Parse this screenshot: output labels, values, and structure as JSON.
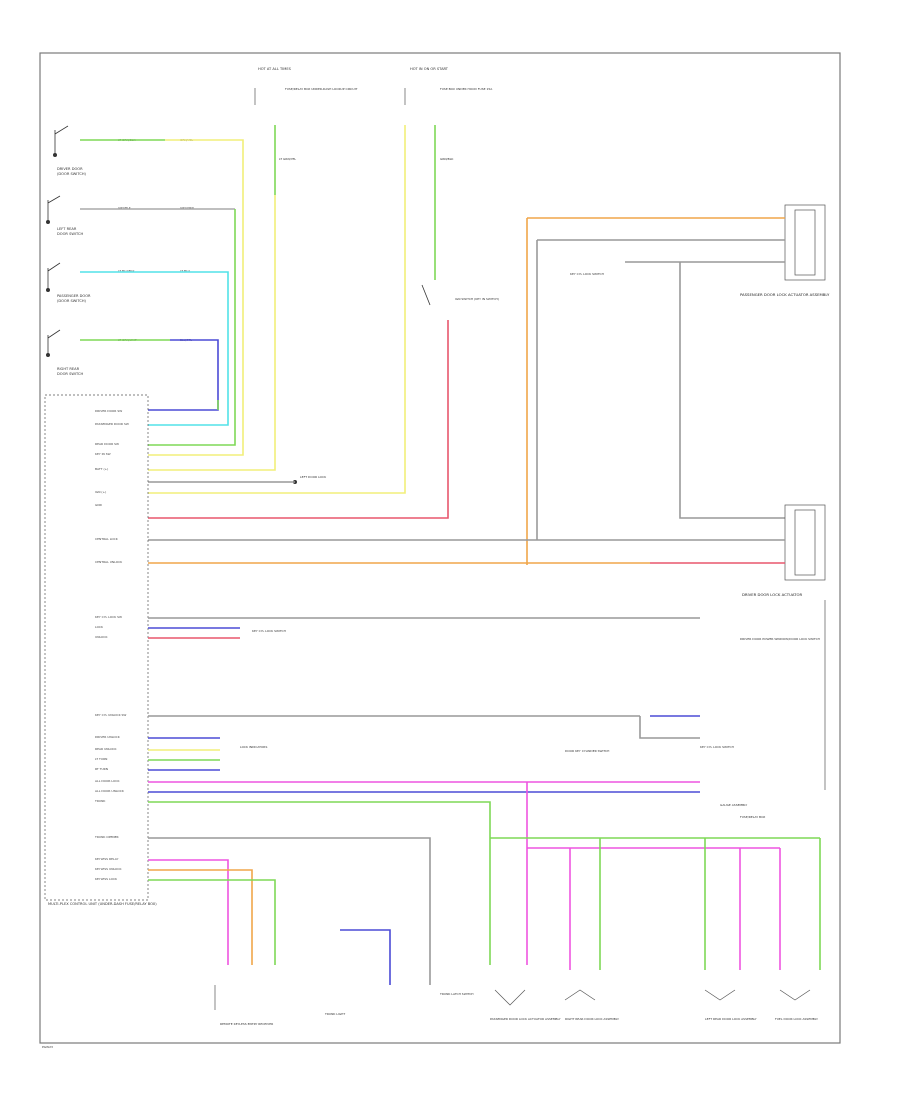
{
  "diagram": {
    "page_ref": "PGW23",
    "colors": {
      "green": "#7ed957",
      "yellow": "#f2ef7a",
      "cyan": "#52e2e8",
      "blue": "#4b4bd6",
      "red": "#e8576d",
      "orange": "#f0a64a",
      "magenta": "#ee55e0",
      "gray": "#888888",
      "frame": "#7a7a7a"
    },
    "switches": [
      {
        "id": "a",
        "name": "DRIVER DOOR",
        "sub": "(DOOR SWITCH)",
        "wire": "LT GRN/BLK",
        "wire2": "GRN/YEL"
      },
      {
        "id": "b",
        "name": "LEFT REAR",
        "sub": "DOOR SWITCH",
        "wire": "GRY/BLK",
        "wire2": "GRY/ORN"
      },
      {
        "id": "c",
        "name": "PASSENGER DOOR",
        "sub": "(DOOR SWITCH)",
        "wire": "LT BLU/BLK",
        "wire2": "LT BLU"
      },
      {
        "id": "d",
        "name": "RIGHT REAR",
        "sub": "DOOR SWITCH",
        "wire": "LT GRN/WHT",
        "wire2": "BLU/PPL"
      }
    ],
    "top_refs": [
      {
        "title": "HOT AT ALL TIMES",
        "text": "FUSE/RELAY BOX UNDER-DASH LOOKUP CIRCUIT",
        "wire": "LT GRN/YEL"
      },
      {
        "title": "HOT IN ON OR START",
        "text": "FUSE BOX UNDER HOOD FUSE 15A",
        "wire": "GRN/BLK"
      }
    ],
    "labels": {
      "ign_switch": "IGN SWITCH (KEY IN SWITCH)",
      "left_door": "LEFT DOOR LOCK",
      "pass_key": "KEY CYL LOCK SWITCH",
      "pass_lock_motor": "PASSENGER DOOR LOCK ACTUATOR ASSEMBLY",
      "driver_lock_motor": "DRIVER DOOR LOCK ACTUATOR",
      "driver_lock_sub": "DRIVER DOOR POWER WINDOW/DOOR LOCK SWITCH",
      "key_lock_switch": "KEY CYL LOCK SWITCH",
      "key_unlock_switch": "DOOR KEY CYLINDER SWITCH",
      "lock_indicators": "LOCK INDICATORS",
      "module": "MULTI-PLEX CONTROL UNIT (UNDER-DASH FUSE/RELAY BOX)",
      "remote_lock_relay": "REMOTE KEYLESS ENTRY RECEIVER",
      "trunk_light": "TRUNK LIGHT",
      "trunk_switch": "TRUNK LATCH SWITCH",
      "pass_door_actuator": "PASSENGER DOOR LOCK ACTUATOR ASSEMBLY",
      "rr_door_actuator": "RIGHT REAR DOOR LOCK ASSEMBLY",
      "lr_door_actuator": "LEFT REAR DOOR LOCK ASSEMBLY",
      "fuel_door_actuator": "FUEL DOOR LOCK ASSEMBLY",
      "gauge_light": "GAUGE ASSEMBLY",
      "fuse_box_ref": "FUSE/RELAY BOX",
      "driver_switch_ref": "KEY CYL LOCK SWITCH"
    },
    "module_pins": [
      "DRIVER DOOR SW",
      "PASSENGER DOOR SW",
      "REAR DOOR SW",
      "KEY IN SW",
      "BATT (+)",
      "IGN (+)",
      "GND",
      "CENTRAL LOCK",
      "CENTRAL UNLOCK",
      "KEY CYL LOCK SW",
      "LOCK",
      "UNLOCK",
      "KEY CYL UNLOCK SW",
      "DRIVER UNLOCK",
      "REAR UNLOCK",
      "LT TURN",
      "RT TURN",
      "ALL DOOR LOCK",
      "ALL DOOR UNLOCK",
      "TRUNK",
      "TRUNK OPENER",
      "KEYLESS RELAY",
      "KEYLESS UNLOCK",
      "KEYLESS LOCK"
    ]
  }
}
